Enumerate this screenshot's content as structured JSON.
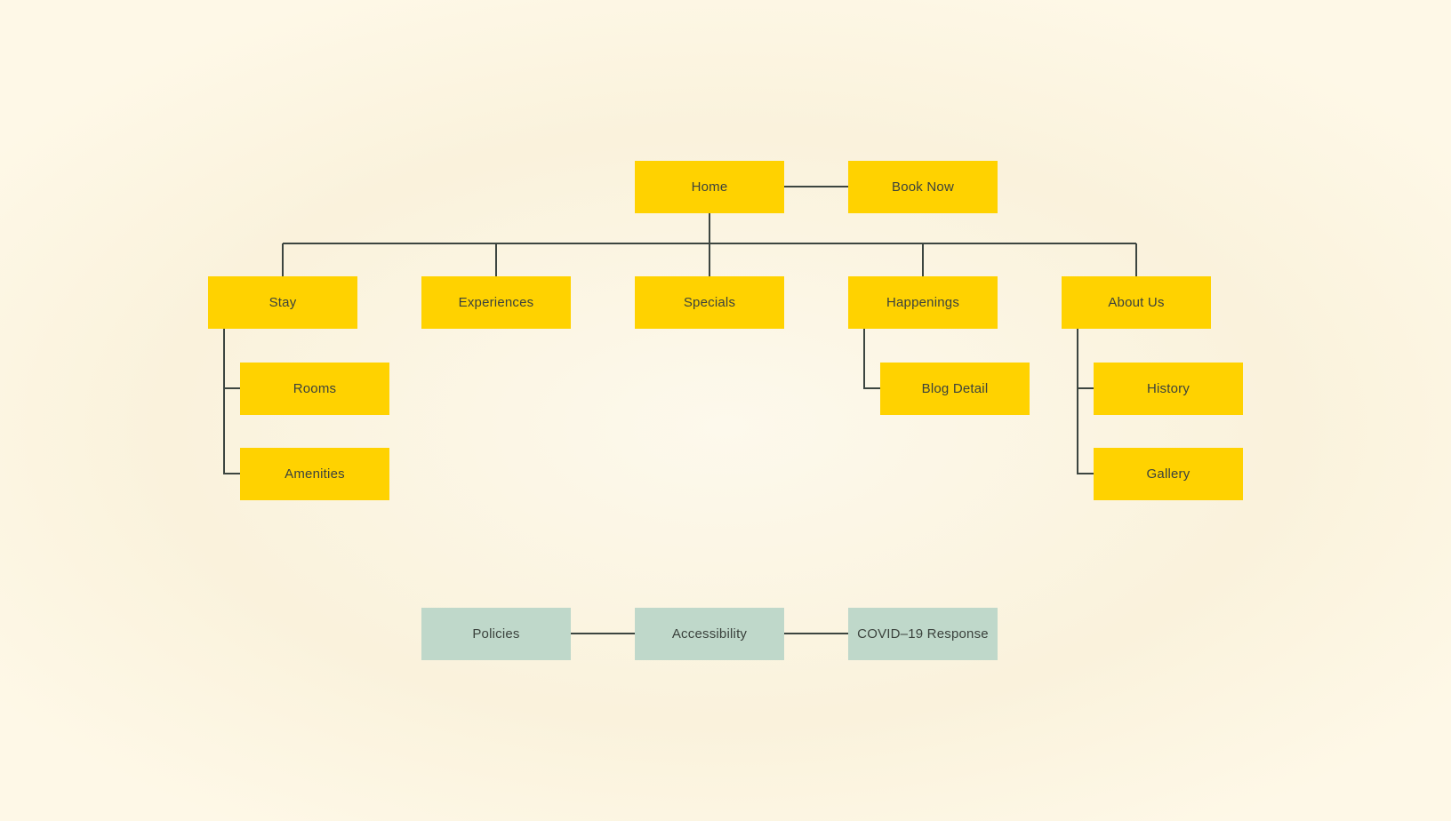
{
  "diagram": {
    "type": "sitemap-flowchart",
    "colors": {
      "primary_node": "#FFD200",
      "utility_node": "#BFD8CA",
      "connector": "#3C4540",
      "text": "#3B423D",
      "background": "#FBF3DE"
    },
    "nodes": {
      "home": {
        "label": "Home"
      },
      "book_now": {
        "label": "Book Now"
      },
      "stay": {
        "label": "Stay"
      },
      "experiences": {
        "label": "Experiences"
      },
      "specials": {
        "label": "Specials"
      },
      "happenings": {
        "label": "Happenings"
      },
      "about_us": {
        "label": "About Us"
      },
      "rooms": {
        "label": "Rooms"
      },
      "amenities": {
        "label": "Amenities"
      },
      "blog_detail": {
        "label": "Blog Detail"
      },
      "history": {
        "label": "History"
      },
      "gallery": {
        "label": "Gallery"
      },
      "policies": {
        "label": "Policies"
      },
      "accessibility": {
        "label": "Accessibility"
      },
      "covid19_response": {
        "label": "COVID–19 Response"
      }
    },
    "edges": [
      [
        "home",
        "book_now"
      ],
      [
        "home",
        "stay"
      ],
      [
        "home",
        "experiences"
      ],
      [
        "home",
        "specials"
      ],
      [
        "home",
        "happenings"
      ],
      [
        "home",
        "about_us"
      ],
      [
        "stay",
        "rooms"
      ],
      [
        "stay",
        "amenities"
      ],
      [
        "happenings",
        "blog_detail"
      ],
      [
        "about_us",
        "history"
      ],
      [
        "about_us",
        "gallery"
      ],
      [
        "policies",
        "accessibility"
      ],
      [
        "accessibility",
        "covid19_response"
      ]
    ]
  }
}
